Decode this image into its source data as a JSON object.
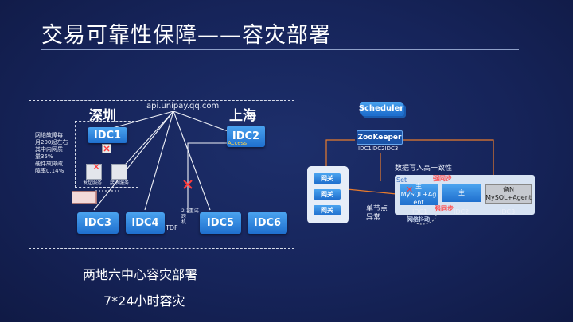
{
  "title": "交易可靠性保障——容灾部署",
  "left": {
    "city_sz": "深圳",
    "city_sh": "上海",
    "api": "api.unipay.qq.com",
    "idc": [
      "IDC1",
      "IDC2",
      "IDC3",
      "IDC4",
      "IDC5",
      "IDC6"
    ],
    "note": [
      "网络故障每",
      "月200起左右",
      "其中内网质",
      "量35%",
      "硬件故障政",
      "障率0.14%"
    ],
    "access_label": "Access",
    "tdf_label": "TDF",
    "retry_label": [
      "2",
      "1重试",
      "跨",
      "机"
    ],
    "server_labels": [
      "发起服务",
      "接收服务"
    ]
  },
  "captions": [
    "两地六中心容灾部署",
    "7*24小时容灾"
  ],
  "right": {
    "scheduler": "Scheduler",
    "zookeeper": "ZooKeeper",
    "zk_sub": "IDC1IDC2IDC3",
    "consistency": "数据写入高一致性",
    "gateway": [
      "网关",
      "网关",
      "网关"
    ],
    "single_node": [
      "单节点",
      "异常"
    ],
    "set_label": "Set",
    "master1": [
      "主",
      "MySQL+Ag",
      "ent"
    ],
    "master2": "主",
    "standby": [
      "备N",
      "MySQL+Agent"
    ],
    "strong_sync": "强同步",
    "idc_labels": [
      "IDC1",
      "IDC2",
      "IDC3"
    ],
    "net_jitter": "网络抖动"
  },
  "colors": {
    "background": "#16245a",
    "node_blue": "#2b86e0",
    "alert_red": "#ff3b3b",
    "line_orange": "#e87b2c"
  }
}
